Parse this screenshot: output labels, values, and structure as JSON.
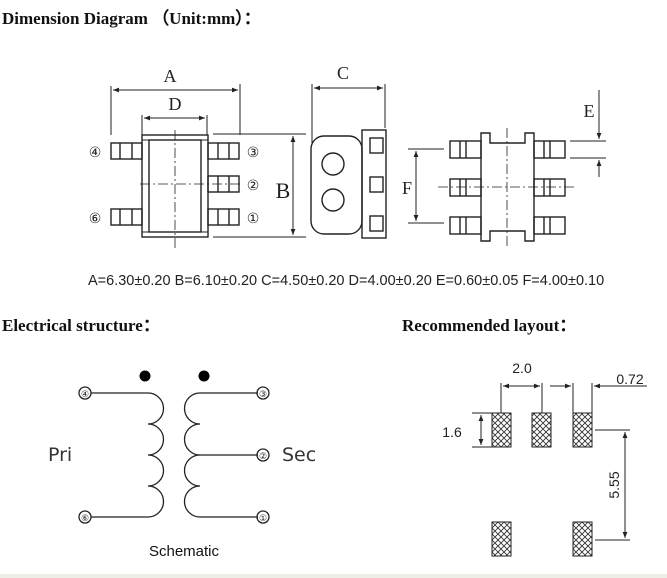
{
  "headings": {
    "dimension": "Dimension Diagram （Unit:mm）：",
    "electrical": "Electrical structure：",
    "layout": "Recommended  layout："
  },
  "dimension_labels": {
    "A": "A",
    "B": "B",
    "C": "C",
    "D": "D",
    "E": "E",
    "F": "F"
  },
  "pins": [
    "④",
    "③",
    "②",
    "⑥",
    "①"
  ],
  "spec_line": "A=6.30±0.20 B=6.10±0.20  C=4.50±0.20  D=4.00±0.20  E=0.60±0.05  F=4.00±0.10",
  "schematic": {
    "primary_label": "Pri",
    "secondary_label": "Sec",
    "caption": "Schematic",
    "pins": {
      "p4": "④",
      "p6": "⑥",
      "p3": "③",
      "p2": "②",
      "p1": "①"
    }
  },
  "layout_dims": {
    "pitch": "2.0",
    "pad_width": "0.72",
    "pad_height": "1.6",
    "row_spacing": "5.55"
  }
}
